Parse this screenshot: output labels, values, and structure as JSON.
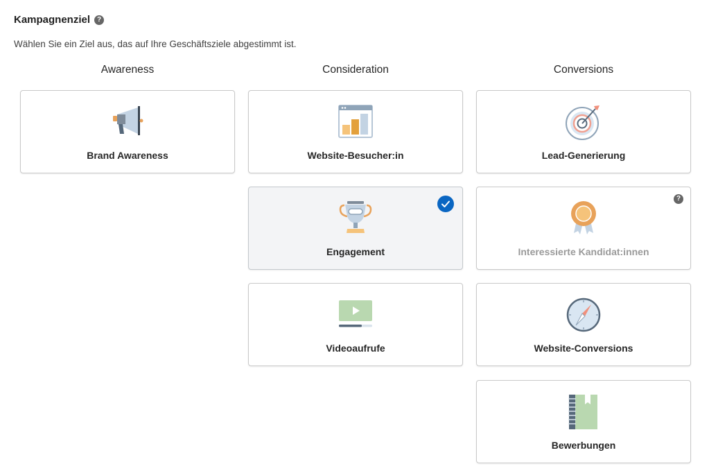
{
  "header": {
    "title": "Kampagnenziel",
    "help_icon": "?",
    "subtitle": "Wählen Sie ein Ziel aus, das auf Ihre Geschäftsziele abgestimmt ist."
  },
  "columns": {
    "awareness": "Awareness",
    "consideration": "Consideration",
    "conversions": "Conversions"
  },
  "objectives": {
    "brand_awareness": {
      "label": "Brand Awareness",
      "icon": "megaphone-icon"
    },
    "website_visits": {
      "label": "Website-Besucher:in",
      "icon": "bar-chart-browser-icon"
    },
    "engagement": {
      "label": "Engagement",
      "icon": "trophy-icon",
      "selected": true
    },
    "video_views": {
      "label": "Videoaufrufe",
      "icon": "video-play-icon"
    },
    "lead_generation": {
      "label": "Lead-Generierung",
      "icon": "target-icon"
    },
    "talent_leads": {
      "label": "Interessierte Kandidat:innen",
      "icon": "award-ribbon-icon",
      "disabled": true,
      "help_icon": "?"
    },
    "website_conversions": {
      "label": "Website-Conversions",
      "icon": "compass-icon"
    },
    "job_applicants": {
      "label": "Bewerbungen",
      "icon": "notebook-icon"
    }
  },
  "colors": {
    "accent": "#0a66c2",
    "card_border": "#c9c9c9",
    "selected_bg": "#f3f4f6",
    "disabled_text": "#9a9a9a"
  }
}
